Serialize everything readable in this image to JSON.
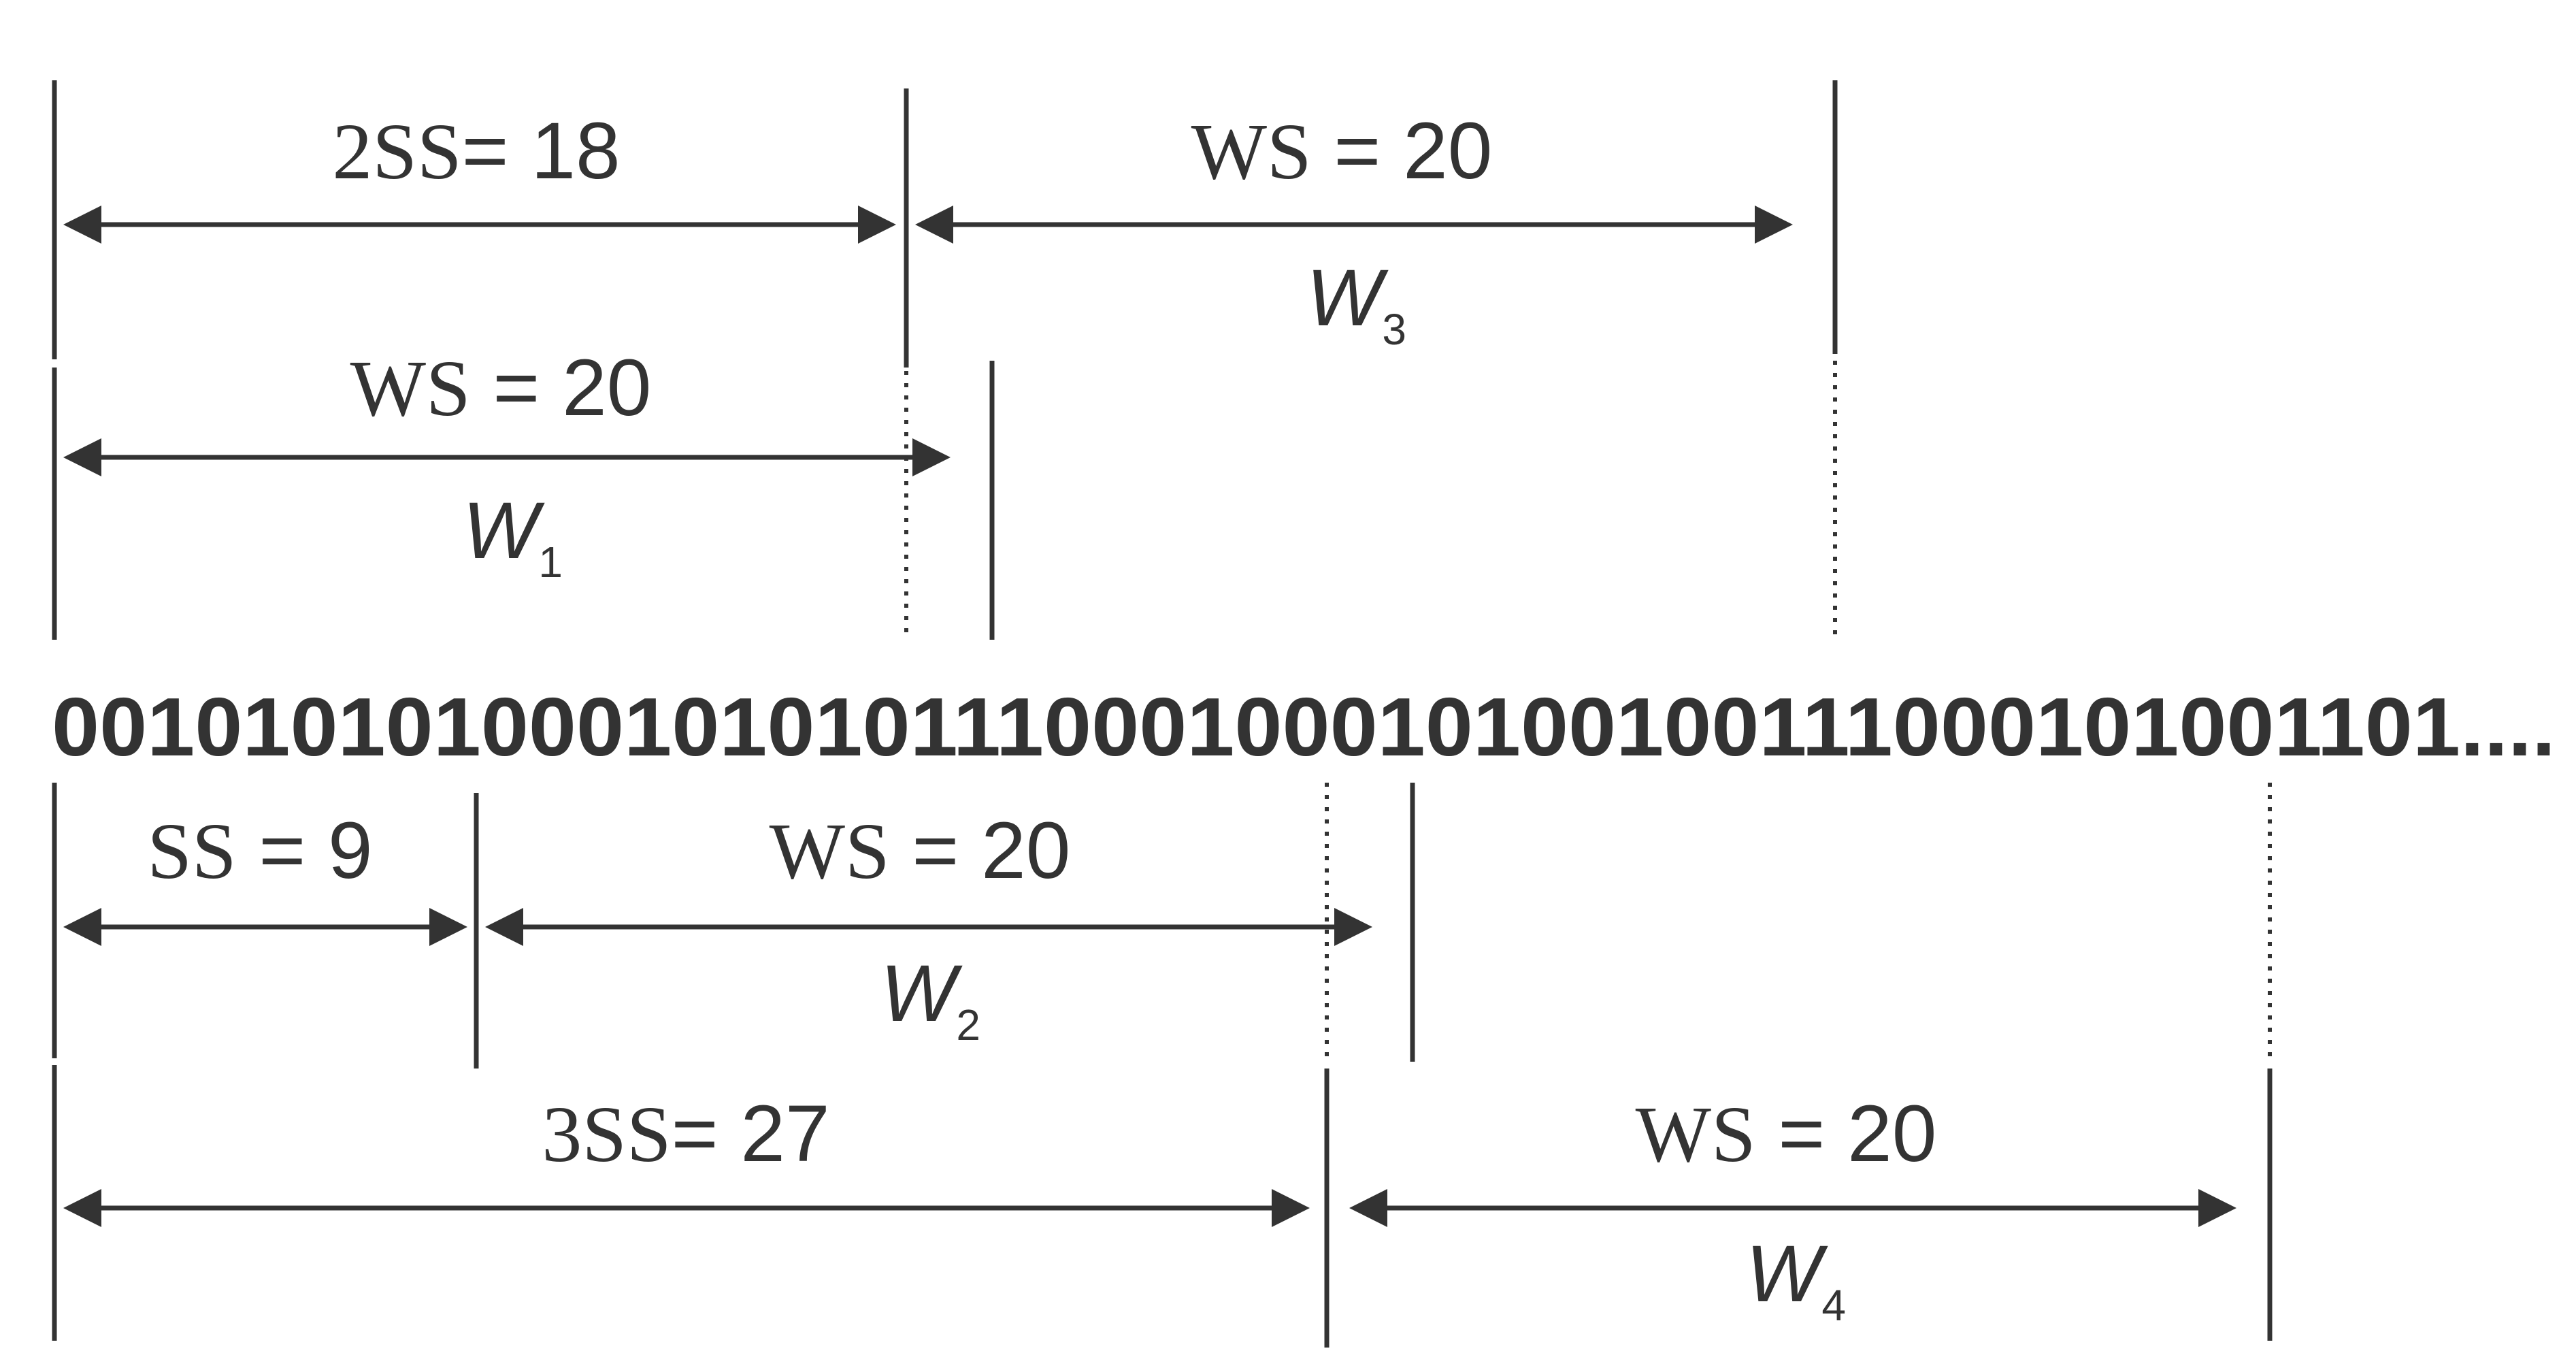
{
  "bit_sequence": "00101010100010101011100010001010010011100010100110 1....",
  "top": {
    "row1": {
      "left_label": {
        "prefix": "2SS",
        "rest": "= 18"
      },
      "right_label": {
        "prefix": "WS",
        "rest": " = 20"
      },
      "window": {
        "name": "W",
        "sub": "3"
      }
    },
    "row2": {
      "label": {
        "prefix": "WS",
        "rest": " = 20"
      },
      "window": {
        "name": "W",
        "sub": "1"
      }
    }
  },
  "bottom": {
    "row1": {
      "left_label": {
        "prefix": "SS",
        "rest": " = 9"
      },
      "right_label": {
        "prefix": "WS",
        "rest": " = 20"
      },
      "window": {
        "name": "W",
        "sub": "2"
      }
    },
    "row2": {
      "left_label": {
        "prefix": "3SS",
        "rest": "= 27"
      },
      "right_label": {
        "prefix": "WS",
        "rest": " = 20"
      },
      "window": {
        "name": "W",
        "sub": "4"
      }
    }
  }
}
